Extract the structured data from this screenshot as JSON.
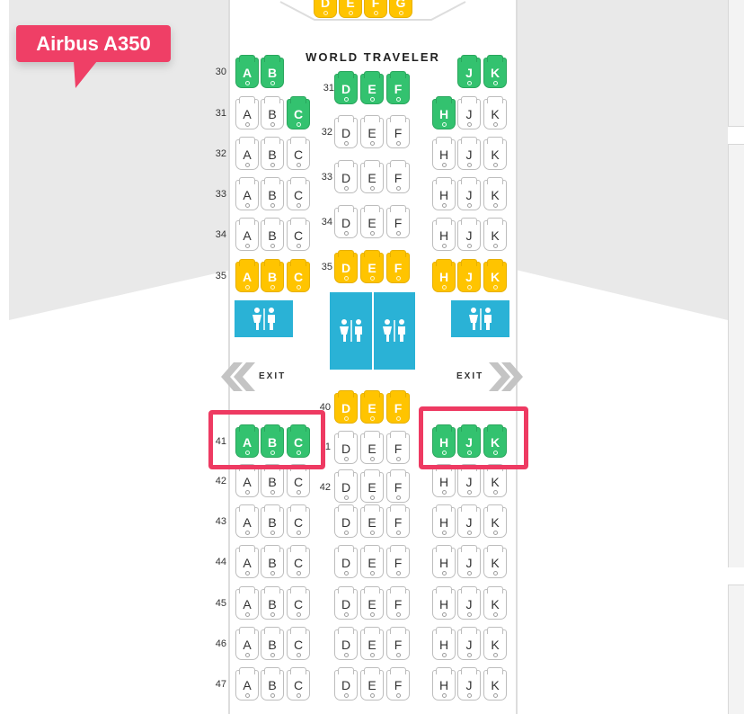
{
  "callout": {
    "label": "Airbus A350"
  },
  "section": {
    "title": "WORLD TRAVELER"
  },
  "exit": {
    "left_label": "EXIT",
    "right_label": "EXIT"
  },
  "colors": {
    "available": "#33c26f",
    "extra_legroom": "#ffc400",
    "highlight": "#ee3a62",
    "lavatory": "#2ab2d6"
  },
  "icons": {
    "lavatory": "lavatory-icon",
    "exit_chevron": "exit-chevron-icon"
  },
  "top_partial_row": {
    "seats": [
      {
        "letter": "D",
        "status": "yellow"
      },
      {
        "letter": "E",
        "status": "yellow"
      },
      {
        "letter": "F",
        "status": "yellow"
      },
      {
        "letter": "G",
        "status": "yellow"
      }
    ]
  },
  "left_rows": [
    {
      "num": "30",
      "seats": [
        {
          "letter": "A",
          "status": "green"
        },
        {
          "letter": "B",
          "status": "green"
        }
      ]
    },
    {
      "num": "31",
      "seats": [
        {
          "letter": "A",
          "status": "white"
        },
        {
          "letter": "B",
          "status": "white"
        },
        {
          "letter": "C",
          "status": "green"
        }
      ]
    },
    {
      "num": "32",
      "seats": [
        {
          "letter": "A",
          "status": "white"
        },
        {
          "letter": "B",
          "status": "white"
        },
        {
          "letter": "C",
          "status": "white"
        }
      ]
    },
    {
      "num": "33",
      "seats": [
        {
          "letter": "A",
          "status": "white"
        },
        {
          "letter": "B",
          "status": "white"
        },
        {
          "letter": "C",
          "status": "white"
        }
      ]
    },
    {
      "num": "34",
      "seats": [
        {
          "letter": "A",
          "status": "white"
        },
        {
          "letter": "B",
          "status": "white"
        },
        {
          "letter": "C",
          "status": "white"
        }
      ]
    },
    {
      "num": "35",
      "seats": [
        {
          "letter": "A",
          "status": "yellow"
        },
        {
          "letter": "B",
          "status": "yellow"
        },
        {
          "letter": "C",
          "status": "yellow"
        }
      ]
    },
    {
      "num": "41",
      "seats": [
        {
          "letter": "A",
          "status": "green"
        },
        {
          "letter": "B",
          "status": "green"
        },
        {
          "letter": "C",
          "status": "green"
        }
      ]
    },
    {
      "num": "42",
      "seats": [
        {
          "letter": "A",
          "status": "white"
        },
        {
          "letter": "B",
          "status": "white"
        },
        {
          "letter": "C",
          "status": "white"
        }
      ]
    },
    {
      "num": "43",
      "seats": [
        {
          "letter": "A",
          "status": "white"
        },
        {
          "letter": "B",
          "status": "white"
        },
        {
          "letter": "C",
          "status": "white"
        }
      ]
    },
    {
      "num": "44",
      "seats": [
        {
          "letter": "A",
          "status": "white"
        },
        {
          "letter": "B",
          "status": "white"
        },
        {
          "letter": "C",
          "status": "white"
        }
      ]
    },
    {
      "num": "45",
      "seats": [
        {
          "letter": "A",
          "status": "white"
        },
        {
          "letter": "B",
          "status": "white"
        },
        {
          "letter": "C",
          "status": "white"
        }
      ]
    },
    {
      "num": "46",
      "seats": [
        {
          "letter": "A",
          "status": "white"
        },
        {
          "letter": "B",
          "status": "white"
        },
        {
          "letter": "C",
          "status": "white"
        }
      ]
    },
    {
      "num": "47",
      "seats": [
        {
          "letter": "A",
          "status": "white"
        },
        {
          "letter": "B",
          "status": "white"
        },
        {
          "letter": "C",
          "status": "white"
        }
      ]
    }
  ],
  "middle_rows": [
    {
      "num": "31",
      "seats": [
        {
          "letter": "D",
          "status": "green"
        },
        {
          "letter": "E",
          "status": "green"
        },
        {
          "letter": "F",
          "status": "green"
        }
      ]
    },
    {
      "num": "32",
      "seats": [
        {
          "letter": "D",
          "status": "white"
        },
        {
          "letter": "E",
          "status": "white"
        },
        {
          "letter": "F",
          "status": "white"
        }
      ]
    },
    {
      "num": "33",
      "seats": [
        {
          "letter": "D",
          "status": "white"
        },
        {
          "letter": "E",
          "status": "white"
        },
        {
          "letter": "F",
          "status": "white"
        }
      ]
    },
    {
      "num": "34",
      "seats": [
        {
          "letter": "D",
          "status": "white"
        },
        {
          "letter": "E",
          "status": "white"
        },
        {
          "letter": "F",
          "status": "white"
        }
      ]
    },
    {
      "num": "35",
      "seats": [
        {
          "letter": "D",
          "status": "yellow"
        },
        {
          "letter": "E",
          "status": "yellow"
        },
        {
          "letter": "F",
          "status": "yellow"
        }
      ]
    },
    {
      "num": "40",
      "seats": [
        {
          "letter": "D",
          "status": "yellow"
        },
        {
          "letter": "E",
          "status": "yellow"
        },
        {
          "letter": "F",
          "status": "yellow"
        }
      ]
    },
    {
      "num": "1",
      "seats": [
        {
          "letter": "D",
          "status": "white"
        },
        {
          "letter": "E",
          "status": "white"
        },
        {
          "letter": "F",
          "status": "white"
        }
      ]
    },
    {
      "num": "42",
      "seats": [
        {
          "letter": "D",
          "status": "white"
        },
        {
          "letter": "E",
          "status": "white"
        },
        {
          "letter": "F",
          "status": "white"
        }
      ]
    },
    {
      "num": "",
      "seats": [
        {
          "letter": "D",
          "status": "white"
        },
        {
          "letter": "E",
          "status": "white"
        },
        {
          "letter": "F",
          "status": "white"
        }
      ]
    },
    {
      "num": "",
      "seats": [
        {
          "letter": "D",
          "status": "white"
        },
        {
          "letter": "E",
          "status": "white"
        },
        {
          "letter": "F",
          "status": "white"
        }
      ]
    },
    {
      "num": "",
      "seats": [
        {
          "letter": "D",
          "status": "white"
        },
        {
          "letter": "E",
          "status": "white"
        },
        {
          "letter": "F",
          "status": "white"
        }
      ]
    },
    {
      "num": "",
      "seats": [
        {
          "letter": "D",
          "status": "white"
        },
        {
          "letter": "E",
          "status": "white"
        },
        {
          "letter": "F",
          "status": "white"
        }
      ]
    },
    {
      "num": "",
      "seats": [
        {
          "letter": "D",
          "status": "white"
        },
        {
          "letter": "E",
          "status": "white"
        },
        {
          "letter": "F",
          "status": "white"
        }
      ]
    }
  ],
  "right_rows": [
    {
      "seats": [
        {
          "letter": "J",
          "status": "green"
        },
        {
          "letter": "K",
          "status": "green"
        }
      ]
    },
    {
      "seats": [
        {
          "letter": "H",
          "status": "green"
        },
        {
          "letter": "J",
          "status": "white"
        },
        {
          "letter": "K",
          "status": "white"
        }
      ]
    },
    {
      "seats": [
        {
          "letter": "H",
          "status": "white"
        },
        {
          "letter": "J",
          "status": "white"
        },
        {
          "letter": "K",
          "status": "white"
        }
      ]
    },
    {
      "seats": [
        {
          "letter": "H",
          "status": "white"
        },
        {
          "letter": "J",
          "status": "white"
        },
        {
          "letter": "K",
          "status": "white"
        }
      ]
    },
    {
      "seats": [
        {
          "letter": "H",
          "status": "white"
        },
        {
          "letter": "J",
          "status": "white"
        },
        {
          "letter": "K",
          "status": "white"
        }
      ]
    },
    {
      "seats": [
        {
          "letter": "H",
          "status": "yellow"
        },
        {
          "letter": "J",
          "status": "yellow"
        },
        {
          "letter": "K",
          "status": "yellow"
        }
      ]
    },
    {
      "seats": [
        {
          "letter": "H",
          "status": "green"
        },
        {
          "letter": "J",
          "status": "green"
        },
        {
          "letter": "K",
          "status": "green"
        }
      ]
    },
    {
      "seats": [
        {
          "letter": "H",
          "status": "white"
        },
        {
          "letter": "J",
          "status": "white"
        },
        {
          "letter": "K",
          "status": "white"
        }
      ]
    },
    {
      "seats": [
        {
          "letter": "H",
          "status": "white"
        },
        {
          "letter": "J",
          "status": "white"
        },
        {
          "letter": "K",
          "status": "white"
        }
      ]
    },
    {
      "seats": [
        {
          "letter": "H",
          "status": "white"
        },
        {
          "letter": "J",
          "status": "white"
        },
        {
          "letter": "K",
          "status": "white"
        }
      ]
    },
    {
      "seats": [
        {
          "letter": "H",
          "status": "white"
        },
        {
          "letter": "J",
          "status": "white"
        },
        {
          "letter": "K",
          "status": "white"
        }
      ]
    },
    {
      "seats": [
        {
          "letter": "H",
          "status": "white"
        },
        {
          "letter": "J",
          "status": "white"
        },
        {
          "letter": "K",
          "status": "white"
        }
      ]
    },
    {
      "seats": [
        {
          "letter": "H",
          "status": "white"
        },
        {
          "letter": "J",
          "status": "white"
        },
        {
          "letter": "K",
          "status": "white"
        }
      ]
    }
  ]
}
